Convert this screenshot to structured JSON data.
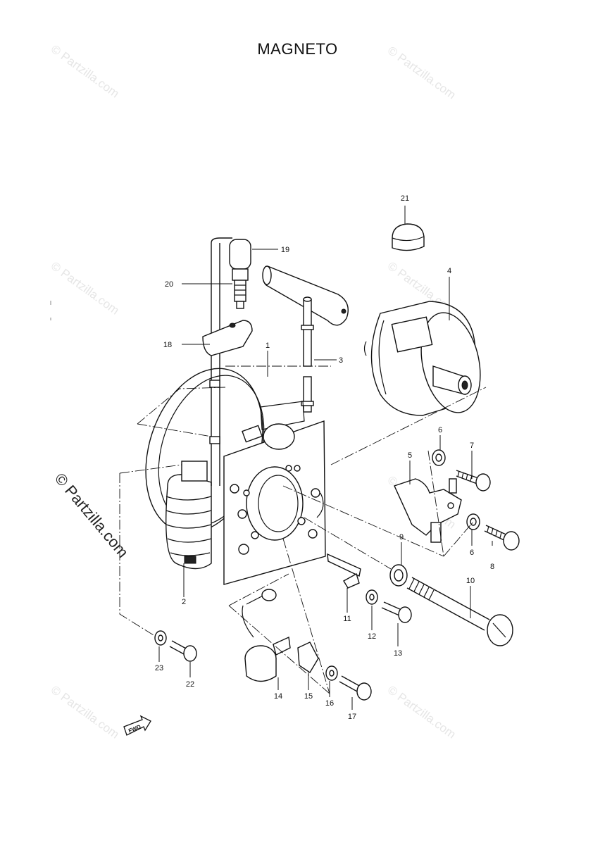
{
  "title": "MAGNETO",
  "watermark": "© Partzilla.com",
  "forward_label": "FWD",
  "callouts": [
    "1",
    "2",
    "3",
    "4",
    "5",
    "6",
    "7",
    "8",
    "9",
    "10",
    "11",
    "12",
    "13",
    "14",
    "15",
    "16",
    "17",
    "18",
    "19",
    "20",
    "21",
    "22",
    "23"
  ],
  "colors": {
    "ink": "#111111",
    "watermark": "#e6e6e6"
  }
}
